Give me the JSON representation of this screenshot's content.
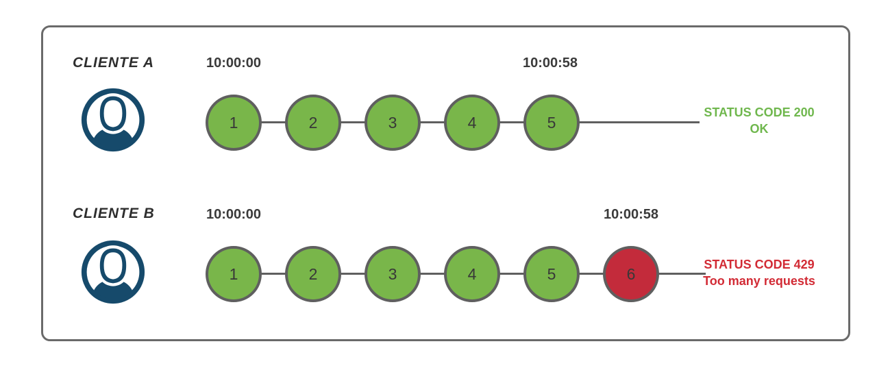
{
  "colors": {
    "frame_border": "#6a6a6a",
    "green": "#79b64a",
    "red": "#c32b3b",
    "circle_border": "#5f5f5f",
    "line": "#5f5f5f",
    "avatar": "#164a6b",
    "ink": "#2e2e2e",
    "timestamp": "#3a3a3a",
    "status_green": "#6fb74d",
    "status_red": "#d22b35"
  },
  "clients": [
    {
      "label": "CLIENTE A",
      "avatar_icon": "user-circle-icon",
      "timestamps": {
        "start": "10:00:00",
        "end": "10:00:58"
      },
      "requests": [
        {
          "number": "1",
          "state": "ok"
        },
        {
          "number": "2",
          "state": "ok"
        },
        {
          "number": "3",
          "state": "ok"
        },
        {
          "number": "4",
          "state": "ok"
        },
        {
          "number": "5",
          "state": "ok"
        }
      ],
      "status": {
        "code_line": "STATUS CODE 200",
        "message_line": "OK",
        "tone": "success"
      }
    },
    {
      "label": "CLIENTE B",
      "avatar_icon": "user-circle-icon",
      "timestamps": {
        "start": "10:00:00",
        "end": "10:00:58"
      },
      "requests": [
        {
          "number": "1",
          "state": "ok"
        },
        {
          "number": "2",
          "state": "ok"
        },
        {
          "number": "3",
          "state": "ok"
        },
        {
          "number": "4",
          "state": "ok"
        },
        {
          "number": "5",
          "state": "ok"
        },
        {
          "number": "6",
          "state": "rate_limited"
        }
      ],
      "status": {
        "code_line": "STATUS CODE 429",
        "message_line": "Too many requests",
        "tone": "error"
      }
    }
  ]
}
